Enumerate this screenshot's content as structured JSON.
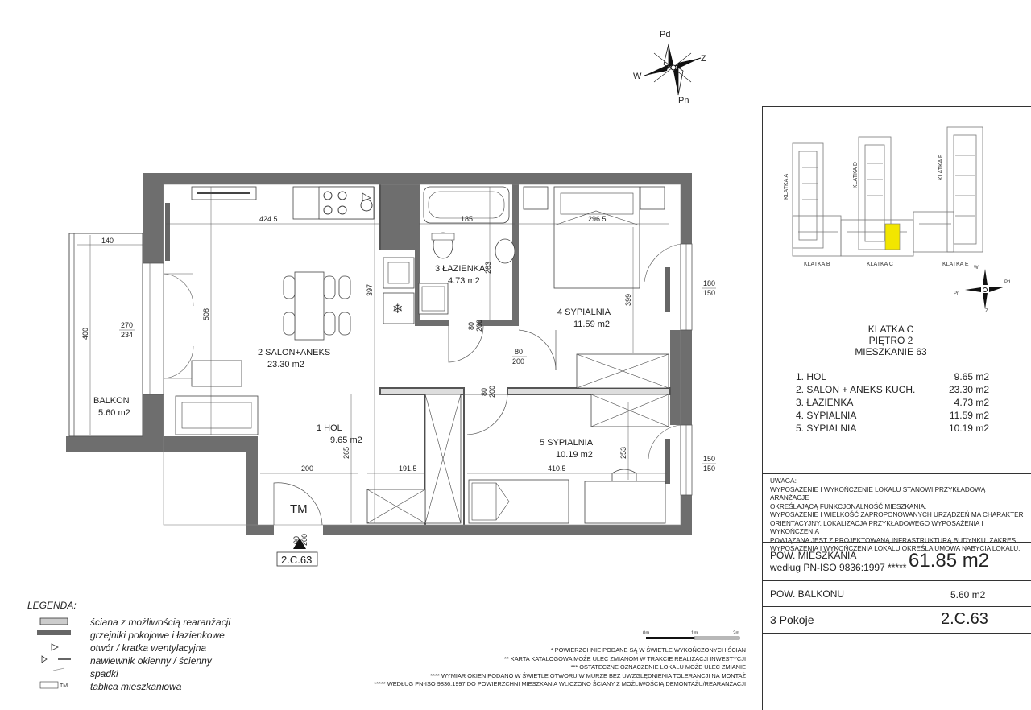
{
  "plan": {
    "compass_labels": {
      "n": "Pd",
      "e": "Z",
      "s": "Pn",
      "w": "W"
    },
    "rooms": [
      {
        "label": "2 SALON+ANEKS",
        "area": "23.30 m2"
      },
      {
        "label": "3 ŁAZIENKA",
        "area": "4.73 m2"
      },
      {
        "label": "4 SYPIALNIA",
        "area": "11.59 m2"
      },
      {
        "label": "1 HOL",
        "area": "9.65 m2"
      },
      {
        "label": "5 SYPIALNIA",
        "area": "10.19 m2"
      },
      {
        "label": "BALKON",
        "area": "5.60 m2"
      }
    ],
    "dims": {
      "d140": "140",
      "d4245": "424.5",
      "d185": "185",
      "d2965": "296.5",
      "d397": "397",
      "d263": "263",
      "d399": "399",
      "d508": "508",
      "d400": "400",
      "d270": "270",
      "d234": "234",
      "d180": "180",
      "d150a": "150",
      "d150b": "150",
      "d150c": "150",
      "d200": "200",
      "d1915": "191.5",
      "d4105": "410.5",
      "d265": "265",
      "d253": "253",
      "door80a": "80",
      "door200a": "200",
      "door80b": "80",
      "door200b": "200",
      "door80c": "80",
      "door200c": "200",
      "door90": "90",
      "door200d": "200"
    },
    "tm": "TM",
    "unit_tag": "2.C.63"
  },
  "sidebar": {
    "site_labels": {
      "a": "KLATKA A",
      "b": "KLATKA B",
      "c": "KLATKA C",
      "d": "KLATKA D",
      "e": "KLATKA E",
      "f": "KLATKA F"
    },
    "mini_compass": {
      "w": "W",
      "pd": "Pd",
      "pn": "Pn",
      "z": "Z"
    },
    "highlight_color": "#f2e600",
    "title_lines": [
      "KLATKA C",
      "PIĘTRO 2",
      "MIESZKANIE 63"
    ],
    "rooms": [
      {
        "name": "1. HOL",
        "area": "9.65 m2"
      },
      {
        "name": "2. SALON + ANEKS KUCH.",
        "area": "23.30 m2"
      },
      {
        "name": "3. ŁAZIENKA",
        "area": "4.73 m2"
      },
      {
        "name": "4. SYPIALNIA",
        "area": "11.59 m2"
      },
      {
        "name": "5. SYPIALNIA",
        "area": "10.19 m2"
      }
    ],
    "notes_title": "UWAGA:",
    "notes_lines": [
      "WYPOSAŻENIE I WYKOŃCZENIE LOKALU STANOWI PRZYKŁADOWĄ ARANŻACJE",
      "OKREŚLAJĄCĄ FUNKCJONALNOŚĆ MIESZKANIA.",
      "WYPOSAŻENIE I WIELKOŚĆ ZAPROPONOWANYCH URZĄDZEŃ MA CHARAKTER",
      "ORIENTACYJNY. LOKALIZACJA PRZYKŁADOWEGO WYPOSAŻENIA I WYKOŃCZENIA",
      "POWIĄZANA JEST Z PROJEKTOWANĄ INFRASTRUKTURĄ BUDYNKU. ZAKRES",
      "WYPOSAŻENIA I WYKOŃCZENIA LOKALU OKREŚLA UMOWA NABYCIA LOKALU."
    ],
    "area_label_1": "POW. MIESZKANIA",
    "area_label_2": "według PN-ISO 9836:1997 *****",
    "area_value": "61.85 m2",
    "balcony_label": "POW. BALKONU",
    "balcony_value": "5.60 m2",
    "rooms_count": "3 Pokoje",
    "unit_code": "2.C.63"
  },
  "legend": {
    "title": "LEGENDA:",
    "items": [
      "ściana z możliwością rearanżacji",
      "grzejniki pokojowe i łazienkowe",
      "otwór / kratka wentylacyjna",
      "nawiewnik okienny / ścienny",
      "spadki",
      "tablica mieszkaniowa"
    ],
    "tm_symbol": "TM"
  },
  "scale": {
    "labels": [
      "0m",
      "1m",
      "2m"
    ]
  },
  "footnotes": [
    "* POWIERZCHNIE PODANE SĄ W ŚWIETLE WYKOŃCZONYCH ŚCIAN",
    "** KARTA KATALOGOWA MOŻE ULEC ZMIANOM W TRAKCIE REALIZACJI INWESTYCJI",
    "*** OSTATECZNE OZNACZENIE LOKALU MOŻE ULEC ZMIANIE",
    "**** WYMIAR OKIEN PODANO W ŚWIETLE OTWORU W MURZE BEZ UWZGLĘDNIENIA TOLERANCJI NA MONTAŻ",
    "***** WEDŁUG PN-ISO 9836:1997 DO POWIERZCHNI MIESZKANIA WLICZONO ŚCIANY Z MOŻLIWOŚCIĄ DEMONTAŻU/REARANŻACJI"
  ]
}
